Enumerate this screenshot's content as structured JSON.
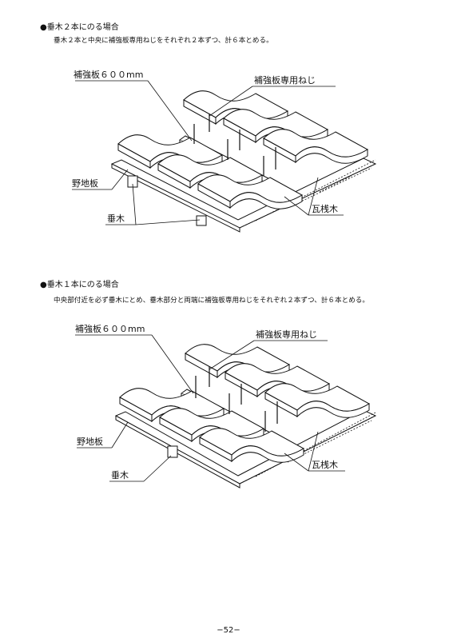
{
  "sections": [
    {
      "heading": "●垂木２本にのる場合",
      "body": "垂木２本と中央に補強板専用ねじをそれぞれ２本ずつ、計６本とめる。",
      "labels": {
        "board": "補強板６００mm",
        "screw": "補強板専用ねじ",
        "sheathing": "野地板",
        "rafter": "垂木",
        "batten": "瓦桟木"
      }
    },
    {
      "heading": "●垂木１本にのる場合",
      "body": "中央部付近を必ず垂木にとめ、垂木部分と両端に補強板専用ねじをそれぞれ２本ずつ、計６本とめる。",
      "labels": {
        "board": "補強板６００mm",
        "screw": "補強板専用ねじ",
        "sheathing": "野地板",
        "rafter": "垂木",
        "batten": "瓦桟木"
      }
    }
  ],
  "page_number": "−52−"
}
